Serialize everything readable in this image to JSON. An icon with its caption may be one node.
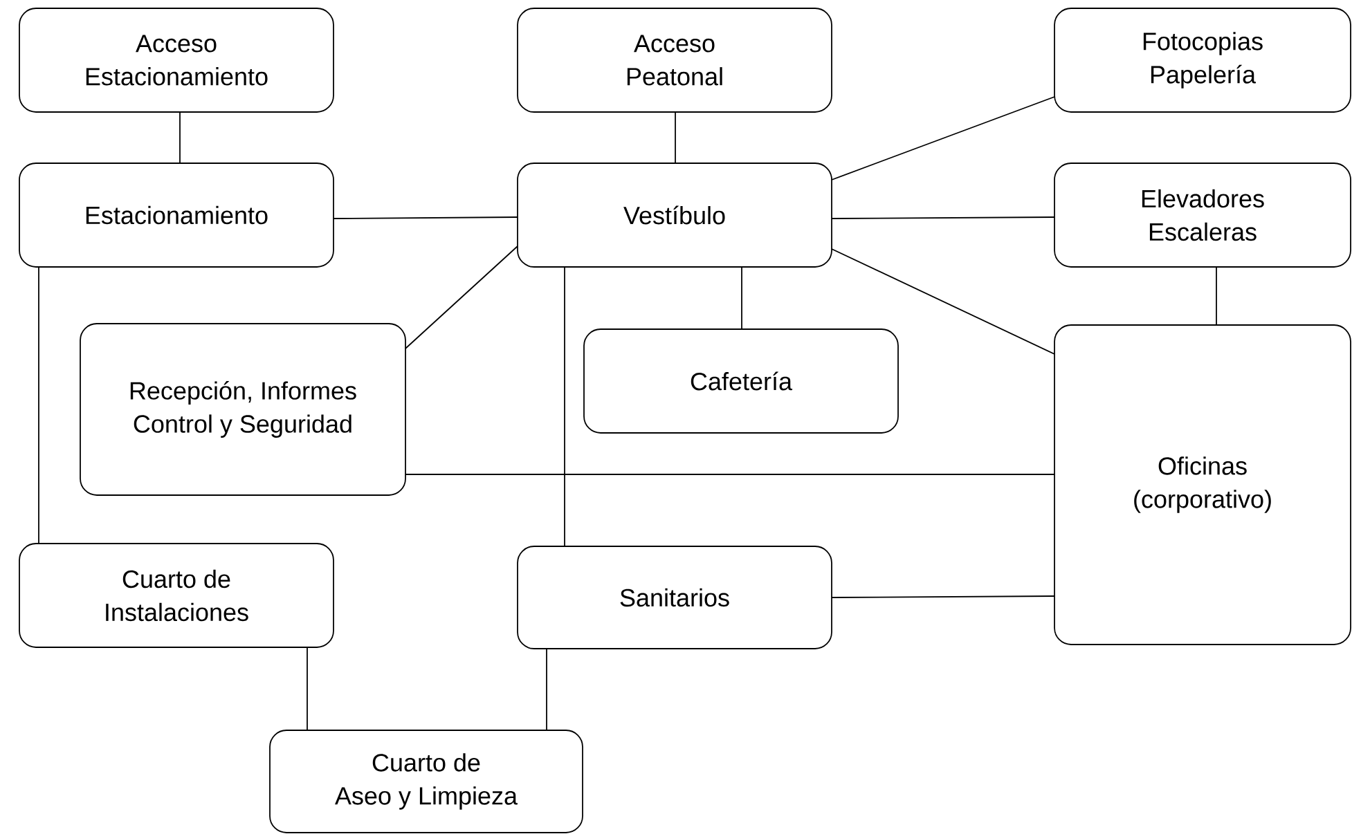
{
  "diagram": {
    "nodes": [
      {
        "text": [
          "Acceso Estacionamiento"
        ]
      },
      {
        "text": [
          "Acceso Peatonal"
        ]
      },
      {
        "text": [
          "Fotocopias Papelería"
        ]
      },
      {
        "text": [
          "Estacionamiento"
        ]
      },
      {
        "text": [
          "Vestíbulo"
        ]
      },
      {
        "text": [
          "Elevadores Escaleras"
        ]
      },
      {
        "text": [
          "Recepción, Informes Control y Seguridad"
        ]
      },
      {
        "text": [
          "Cafetería"
        ]
      },
      {
        "text": [
          "Oficinas (corporativo)"
        ]
      },
      {
        "text": [
          "Cuarto de Instalaciones"
        ]
      },
      {
        "text": [
          "Sanitarios"
        ]
      },
      {
        "text": [
          "Cuarto de Aseo y Limpieza"
        ]
      }
    ],
    "edges": [
      {
        "from": 0,
        "to": 3,
        "arrow": "none"
      },
      {
        "from": 1,
        "to": 4,
        "arrow": "none"
      },
      {
        "from": 3,
        "to": 4,
        "arrow": "none"
      },
      {
        "from": 4,
        "to": 2,
        "arrow": "none"
      },
      {
        "from": 4,
        "to": 5,
        "arrow": "none"
      },
      {
        "from": 4,
        "to": 6,
        "arrow": "none"
      },
      {
        "from": 4,
        "to": 7,
        "arrow": "none"
      },
      {
        "from": 4,
        "to": 8,
        "arrow": "none"
      },
      {
        "from": 5,
        "to": 8,
        "arrow": "none"
      },
      {
        "from": 4,
        "to": 10,
        "arrow": "none"
      },
      {
        "from": 3,
        "to": 9,
        "arrow": "none"
      },
      {
        "from": 6,
        "to": 8,
        "arrow": "none"
      },
      {
        "from": 10,
        "to": 8,
        "arrow": "none"
      },
      {
        "from": 9,
        "to": 11,
        "arrow": "none"
      },
      {
        "from": 10,
        "to": 11,
        "arrow": "none"
      }
    ]
  }
}
